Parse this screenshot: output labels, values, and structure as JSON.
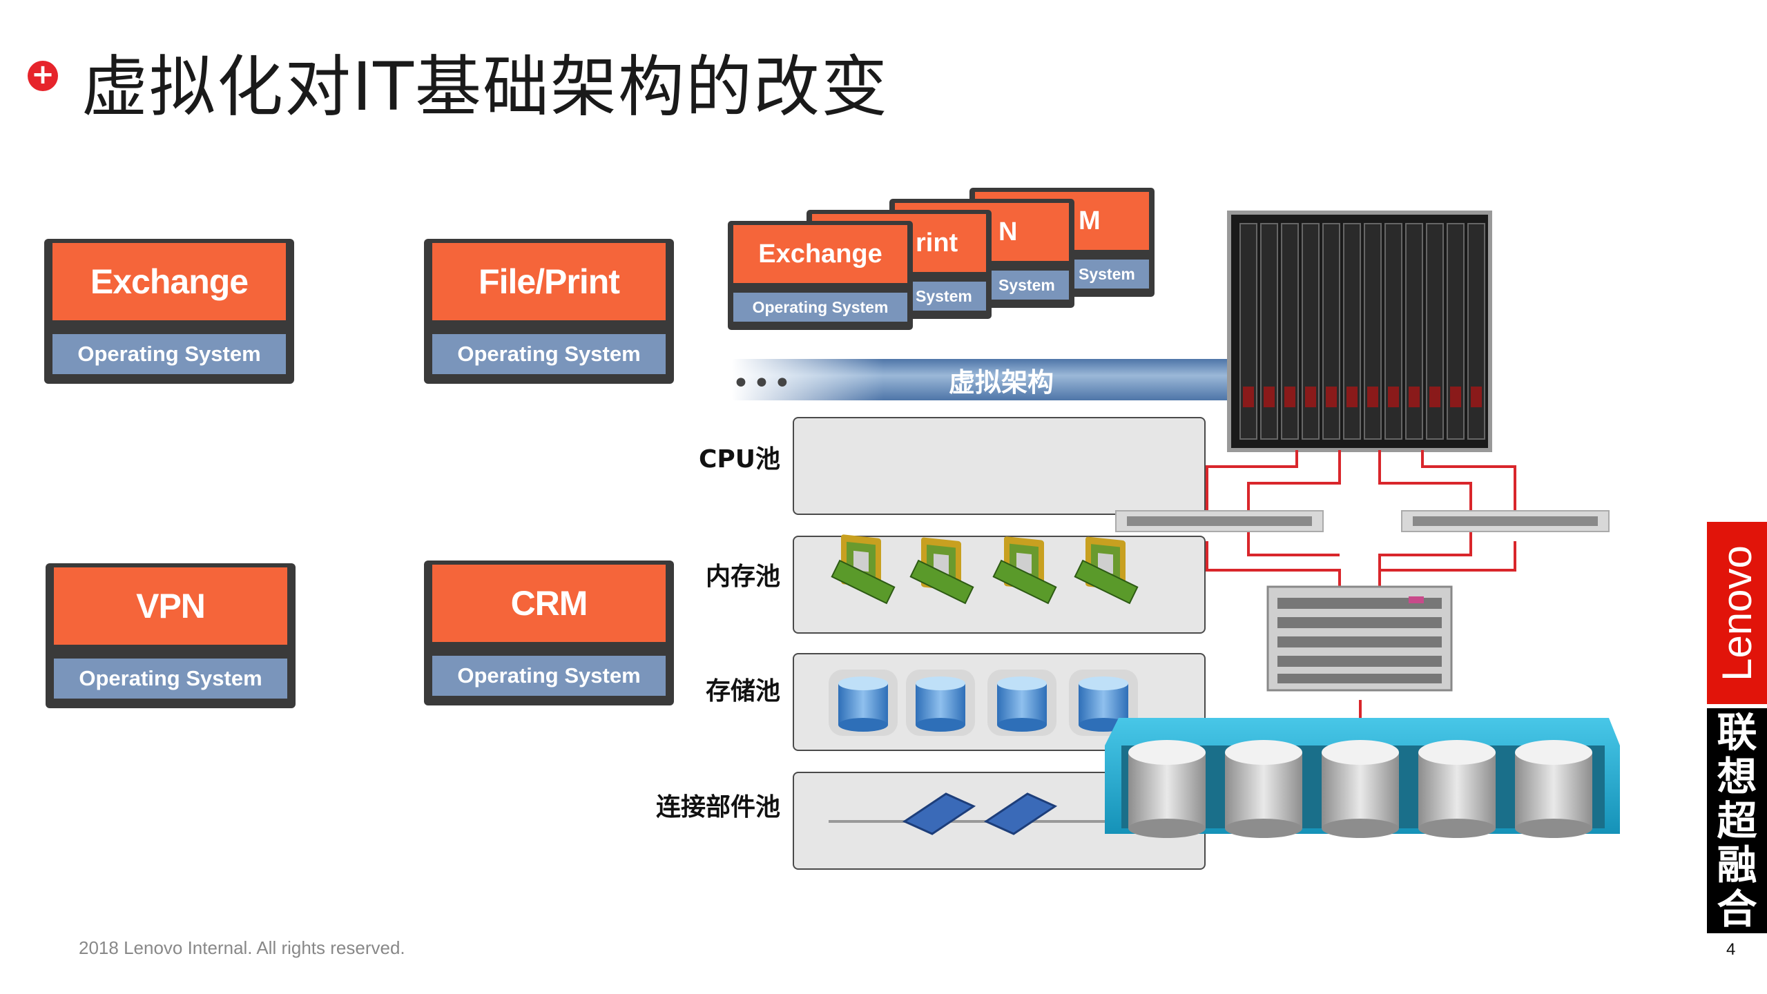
{
  "title": "虚拟化对IT基础架构的改变",
  "physical_servers": [
    {
      "app": "Exchange",
      "os": "Operating System"
    },
    {
      "app": "File/Print",
      "os": "Operating System"
    },
    {
      "app": "VPN",
      "os": "Operating System"
    },
    {
      "app": "CRM",
      "os": "Operating System"
    }
  ],
  "vm_stack": [
    {
      "app": "M",
      "os": "System"
    },
    {
      "app": "N",
      "os": "System"
    },
    {
      "app": "rint",
      "os": "System"
    },
    {
      "app": "Exchange",
      "os": "Operating System"
    }
  ],
  "virtualization_layer": {
    "dots": "•••",
    "label": "虚拟架构"
  },
  "pools": [
    {
      "label": "CPU池",
      "icon": "cpu-chip-icon"
    },
    {
      "label": "内存池",
      "icon": "memory-module-icon"
    },
    {
      "label": "存储池",
      "icon": "database-icon"
    },
    {
      "label": "连接部件池",
      "icon": "network-switch-icon"
    }
  ],
  "footer": "2018 Lenovo Internal. All rights reserved.",
  "page_number": "4",
  "brand": {
    "logo": "Lenovo",
    "tagline": [
      "联",
      "想",
      "超",
      "融",
      "合"
    ]
  },
  "colors": {
    "app_orange": "#f5653a",
    "os_blue": "#7a95bb",
    "brand_red": "#e1140a",
    "link_red": "#d9262b"
  }
}
